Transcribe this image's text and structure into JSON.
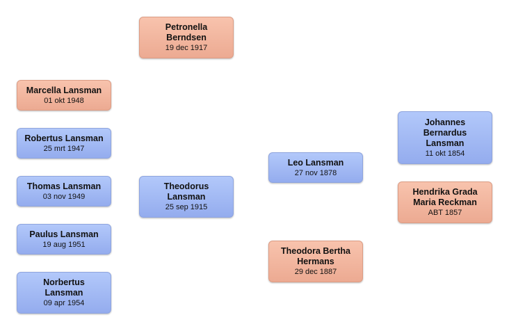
{
  "people": {
    "petronella": {
      "name": "Petronella Berndsen",
      "date": "19 dec 1917",
      "gender": "female"
    },
    "marcella": {
      "name": "Marcella Lansman",
      "date": "01 okt 1948",
      "gender": "female"
    },
    "robertus": {
      "name": "Robertus Lansman",
      "date": "25 mrt 1947",
      "gender": "male"
    },
    "thomas": {
      "name": "Thomas Lansman",
      "date": "03 nov 1949",
      "gender": "male"
    },
    "paulus": {
      "name": "Paulus Lansman",
      "date": "19 aug 1951",
      "gender": "male"
    },
    "norbertus": {
      "name": "Norbertus Lansman",
      "date": "09 apr 1954",
      "gender": "male"
    },
    "theodorus": {
      "name": "Theodorus Lansman",
      "date": "25 sep 1915",
      "gender": "male"
    },
    "leo": {
      "name": "Leo Lansman",
      "date": "27 nov 1878",
      "gender": "male"
    },
    "theodora": {
      "name": "Theodora Bertha Hermans",
      "date": "29 dec 1887",
      "gender": "female"
    },
    "johannes": {
      "name": "Johannes Bernardus Lansman",
      "date": "11 okt 1854",
      "gender": "male"
    },
    "hendrika": {
      "name": "Hendrika Grada Maria Reckman",
      "date": "ABT 1857",
      "gender": "female"
    }
  },
  "colors": {
    "male": "#a3bbf4",
    "female": "#f3b7a0"
  }
}
